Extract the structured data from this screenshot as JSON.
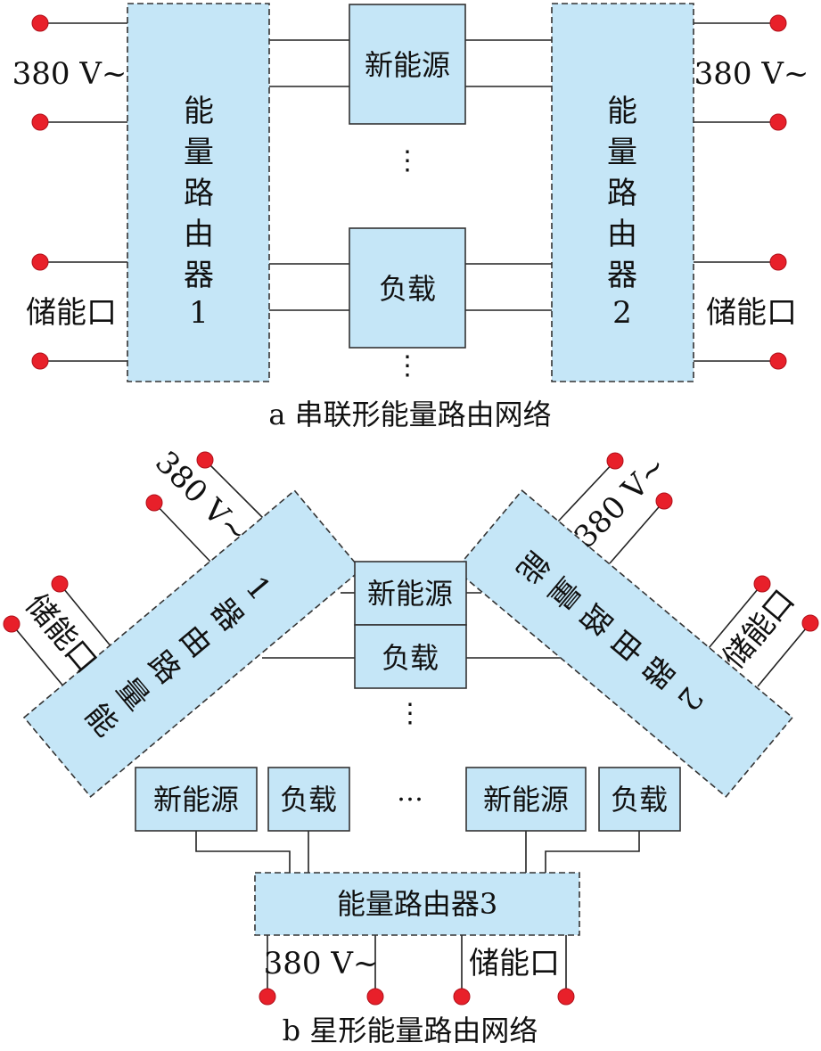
{
  "colors": {
    "block_fill": "#c5e6f7",
    "terminal_dot": "#e8202a",
    "line": "#222222"
  },
  "panel_a": {
    "caption": "a  串联形能量路由网络",
    "router1": {
      "chars": [
        "能",
        "量",
        "路",
        "由",
        "器",
        "1"
      ]
    },
    "router2": {
      "chars": [
        "能",
        "量",
        "路",
        "由",
        "器",
        "2"
      ]
    },
    "source": "新能源",
    "load": "负载",
    "ellipsis_1": "⋮",
    "ellipsis_2": "⋮",
    "left_ac": "380 V~",
    "left_storage": "储能口",
    "right_ac": "380 V~",
    "right_storage": "储能口"
  },
  "panel_b": {
    "caption": "b  星形能量路由网络",
    "router1": {
      "chars": [
        "能",
        "量",
        "路",
        "由",
        "器",
        "1"
      ]
    },
    "router2": {
      "chars": [
        "能",
        "量",
        "路",
        "由",
        "器",
        "2"
      ]
    },
    "router3": "能量路由器3",
    "center_source": "新能源",
    "center_load": "负载",
    "center_ellipsis": "⋮",
    "row_ellipsis": "…",
    "row_source_1": "新能源",
    "row_load_1": "负载",
    "row_source_2": "新能源",
    "row_load_2": "负载",
    "r1_ac": "380 V~",
    "r1_storage": "储能口",
    "r2_ac": "380 V~",
    "r2_storage": "储能口",
    "r3_ac": "380 V~",
    "r3_storage": "储能口"
  }
}
